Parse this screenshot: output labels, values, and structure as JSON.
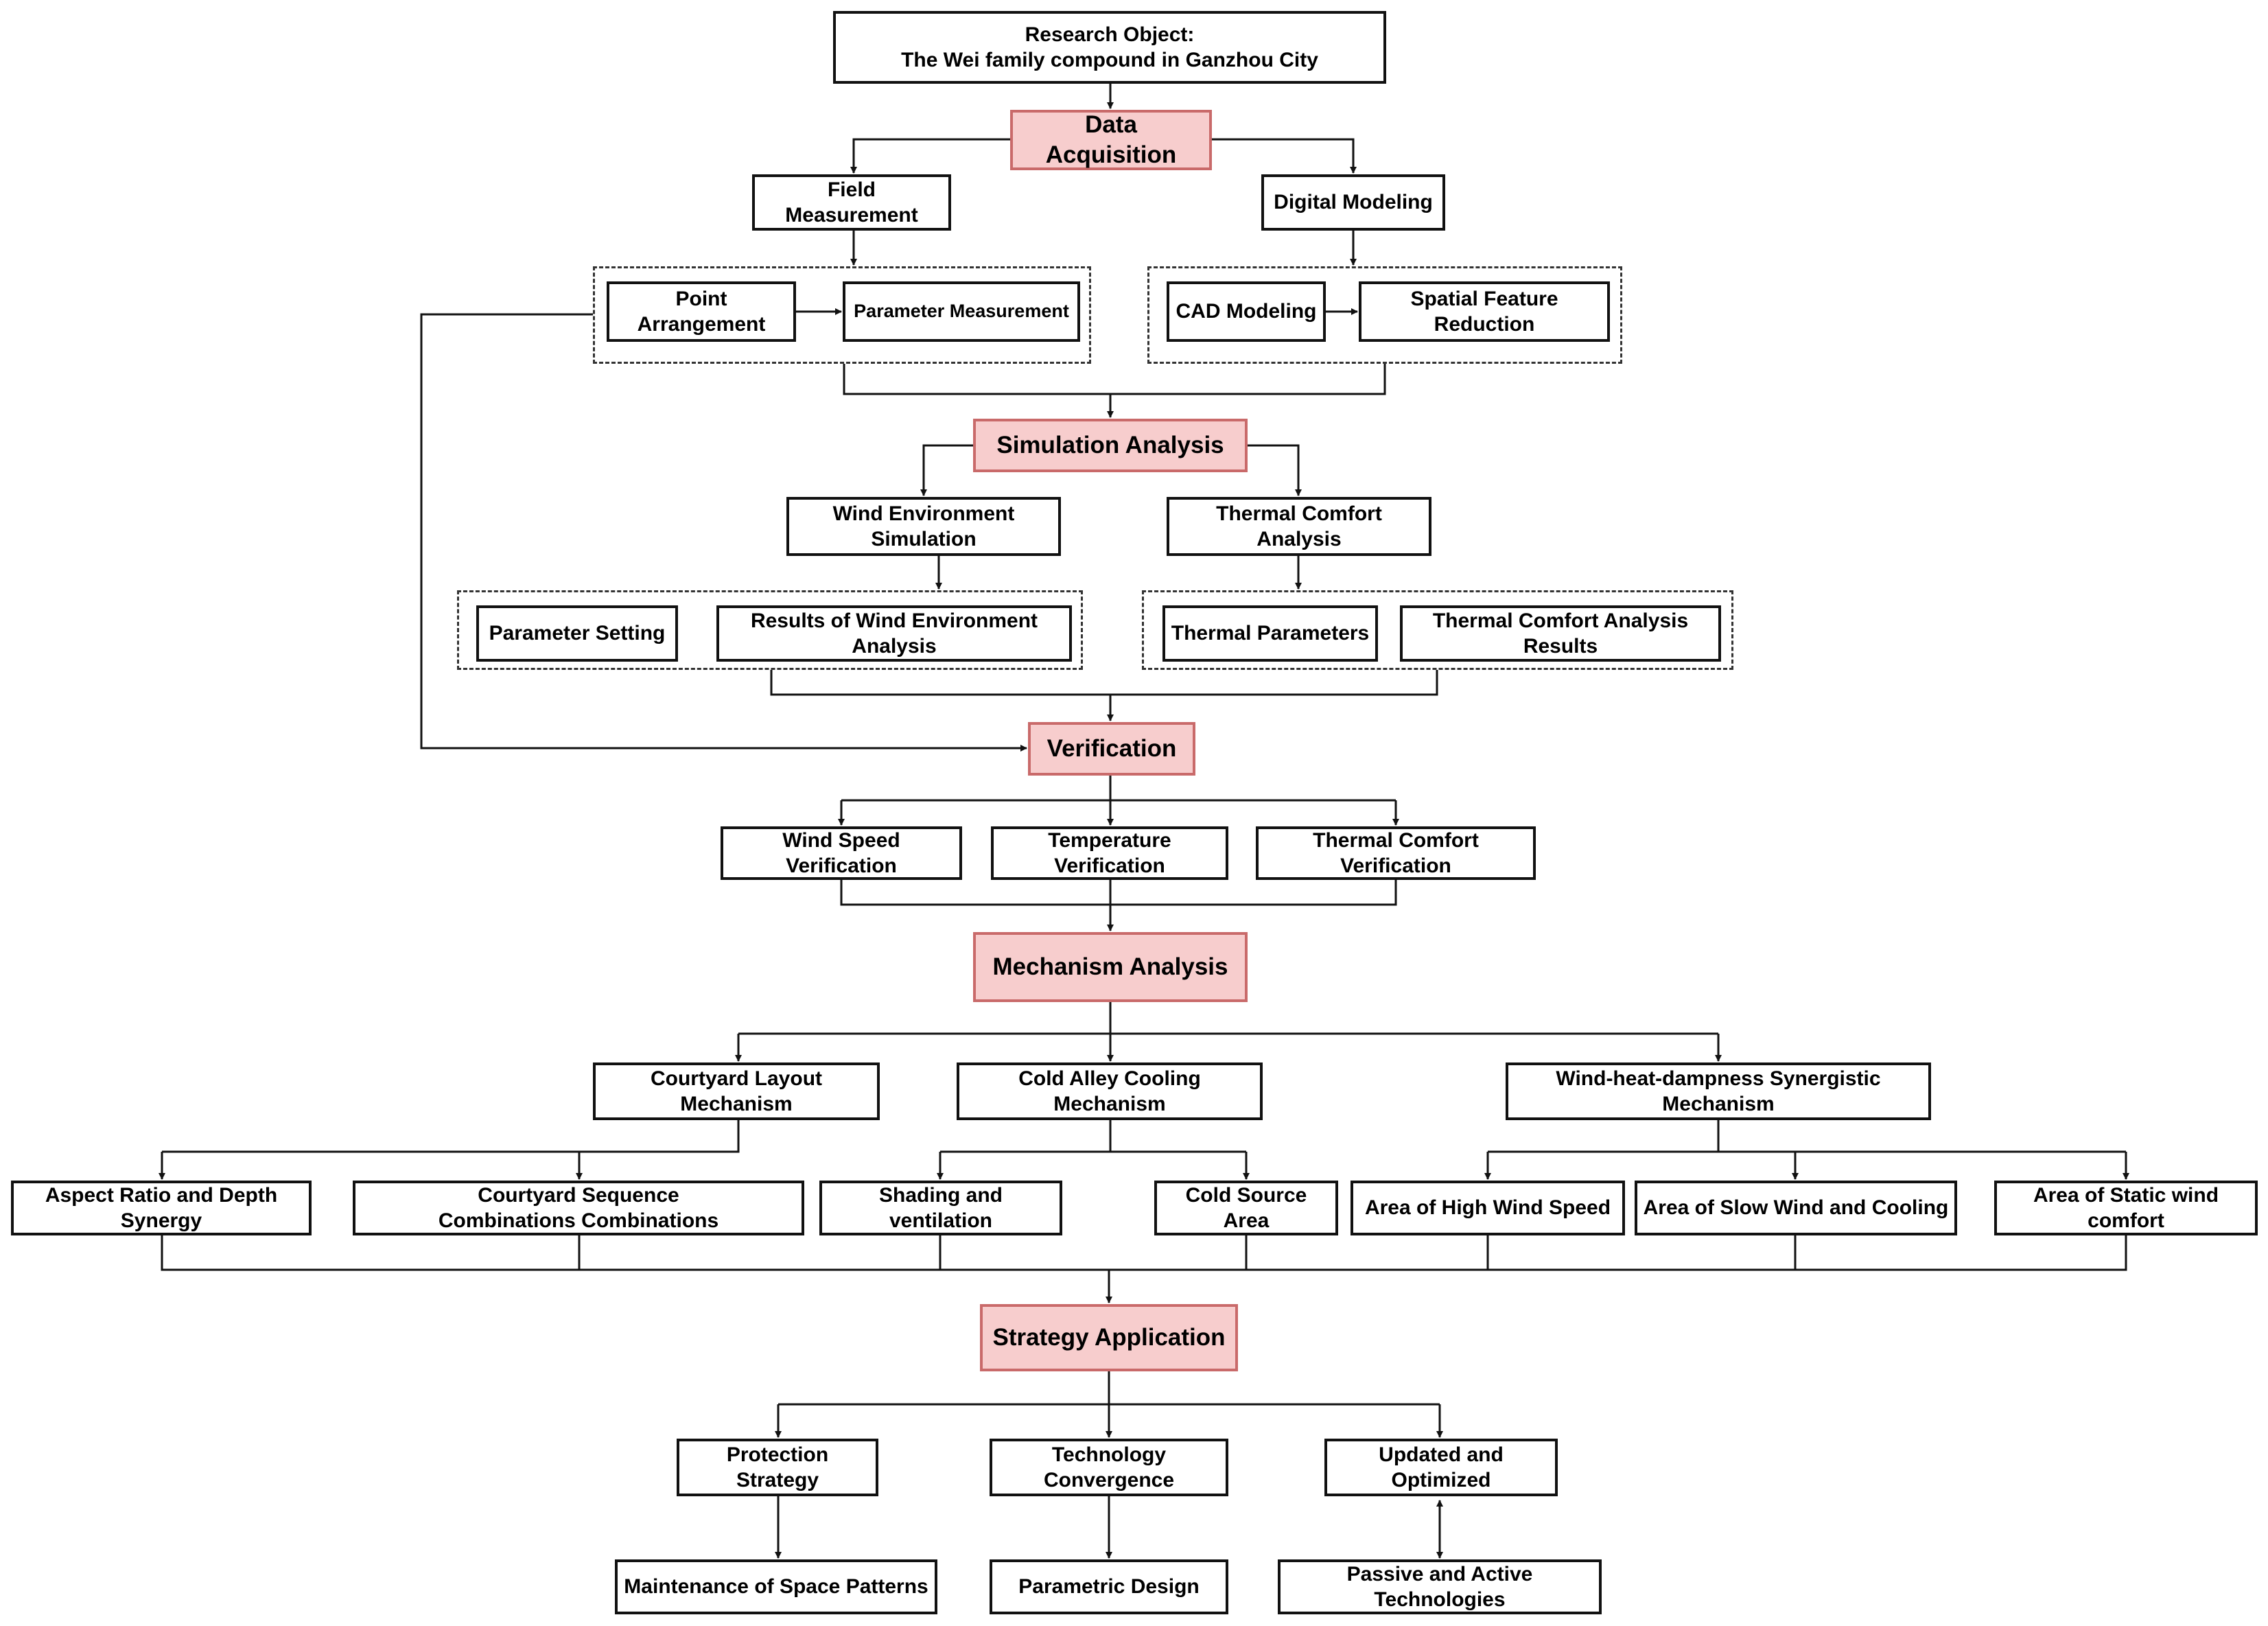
{
  "nodes": {
    "research": "Research Object:\nThe Wei family compound in Ganzhou City",
    "data_acq": "Data Acquisition",
    "field": "Field Measurement",
    "digital": "Digital Modeling",
    "point": "Point\nArrangement",
    "param_meas": "Parameter Measurement",
    "cad": "CAD Modeling",
    "spatial": "Spatial Feature\nReduction",
    "sim": "Simulation Analysis",
    "wind_env": "Wind Environment\nSimulation",
    "thermal_analysis": "Thermal Comfort Analysis",
    "param_setting": "Parameter Setting",
    "wind_results": "Results of Wind Environment\nAnalysis",
    "thermal_params": "Thermal Parameters",
    "thermal_results": "Thermal Comfort Analysis\nResults",
    "verification": "Verification",
    "wind_speed_ver": "Wind Speed\nVerification",
    "temp_ver": "Temperature\nVerification",
    "thermal_ver": "Thermal Comfort\nVerification",
    "mechanism": "Mechanism Analysis",
    "courtyard_layout": "Courtyard Layout\nMechanism",
    "cold_alley": "Cold Alley Cooling\nMechanism",
    "whd": "Wind-heat-dampness Synergistic\nMechanism",
    "aspect": "Aspect Ratio and Depth\nSynergy",
    "sequence": "Courtyard Sequence\nCombinations Combinations",
    "shading": "Shading and ventilation",
    "cold_source": "Cold Source Area",
    "high_wind": "Area of High Wind Speed",
    "slow_wind": "Area of Slow Wind and Cooling",
    "static_wind": "Area of Static wind\ncomfort",
    "strategy": "Strategy Application",
    "protection": "Protection Strategy",
    "tech_conv": "Technology\nConvergence",
    "updated": "Updated and\nOptimized",
    "maintenance": "Maintenance of Space Patterns",
    "parametric": "Parametric Design",
    "passive": "Passive and Active\nTechnologies"
  },
  "colors": {
    "stage_fill": "#f7cdcd",
    "stage_border": "#c96a6a",
    "line": "#111111"
  }
}
